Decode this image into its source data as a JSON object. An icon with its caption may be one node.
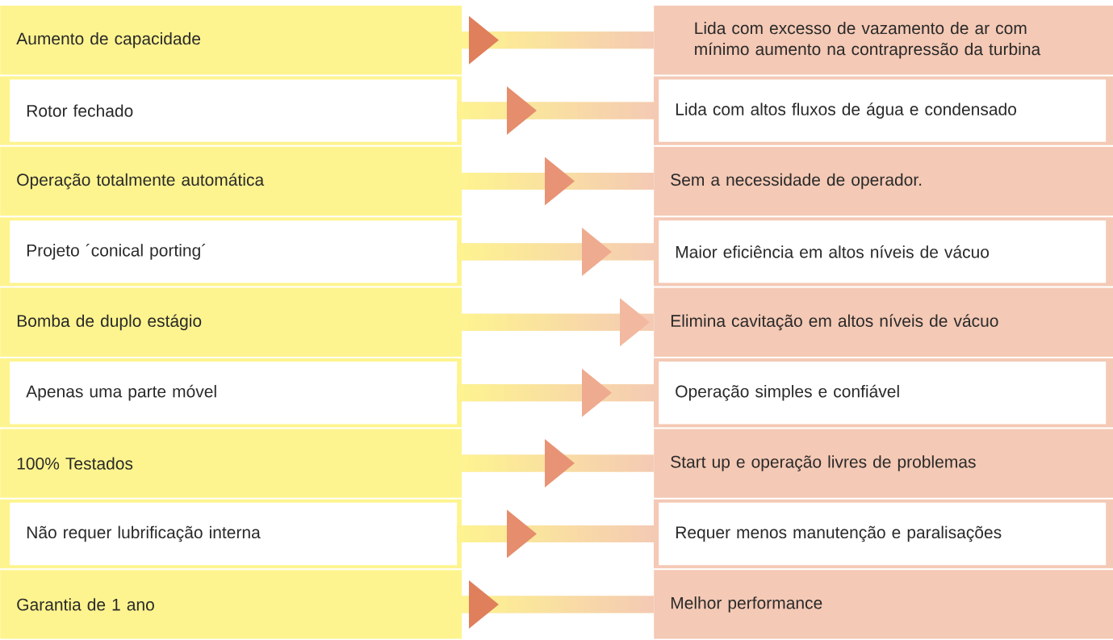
{
  "diagram": {
    "nodes": [
      {
        "text": [
          "Aumento de capacidade"
        ]
      },
      {
        "text": [
          "Lida com excesso de vazamento de ar com mínimo aumento na contrapressão da turbina"
        ]
      },
      {
        "text": [
          "Rotor fechado"
        ]
      },
      {
        "text": [
          "Lida com altos fluxos de água e condensado"
        ]
      },
      {
        "text": [
          "Operação totalmente automática"
        ]
      },
      {
        "text": [
          "Sem a necessidade de operador."
        ]
      },
      {
        "text": [
          "Projeto ´conical porting´"
        ]
      },
      {
        "text": [
          "Maior eficiência em altos níveis de vácuo"
        ]
      },
      {
        "text": [
          "Bomba de duplo estágio"
        ]
      },
      {
        "text": [
          "Elimina cavitação em altos níveis de vácuo"
        ]
      },
      {
        "text": [
          "Apenas uma parte móvel"
        ]
      },
      {
        "text": [
          "Operação simples e confiável"
        ]
      },
      {
        "text": [
          "100% Testados"
        ]
      },
      {
        "text": [
          "Start up e operação livres de problemas"
        ]
      },
      {
        "text": [
          "Não requer lubrificação interna"
        ]
      },
      {
        "text": [
          "Requer menos manutenção e paralisações"
        ]
      },
      {
        "text": [
          "Garantia de 1 ano"
        ]
      },
      {
        "text": [
          "Melhor performance"
        ]
      }
    ],
    "edges": [
      {
        "from": 0,
        "to": 1,
        "arrow": "to"
      },
      {
        "from": 2,
        "to": 3,
        "arrow": "to"
      },
      {
        "from": 4,
        "to": 5,
        "arrow": "to"
      },
      {
        "from": 6,
        "to": 7,
        "arrow": "to"
      },
      {
        "from": 8,
        "to": 9,
        "arrow": "to"
      },
      {
        "from": 10,
        "to": 11,
        "arrow": "to"
      },
      {
        "from": 12,
        "to": 13,
        "arrow": "to"
      },
      {
        "from": 14,
        "to": 15,
        "arrow": "to"
      },
      {
        "from": 16,
        "to": 17,
        "arrow": "to"
      }
    ]
  }
}
